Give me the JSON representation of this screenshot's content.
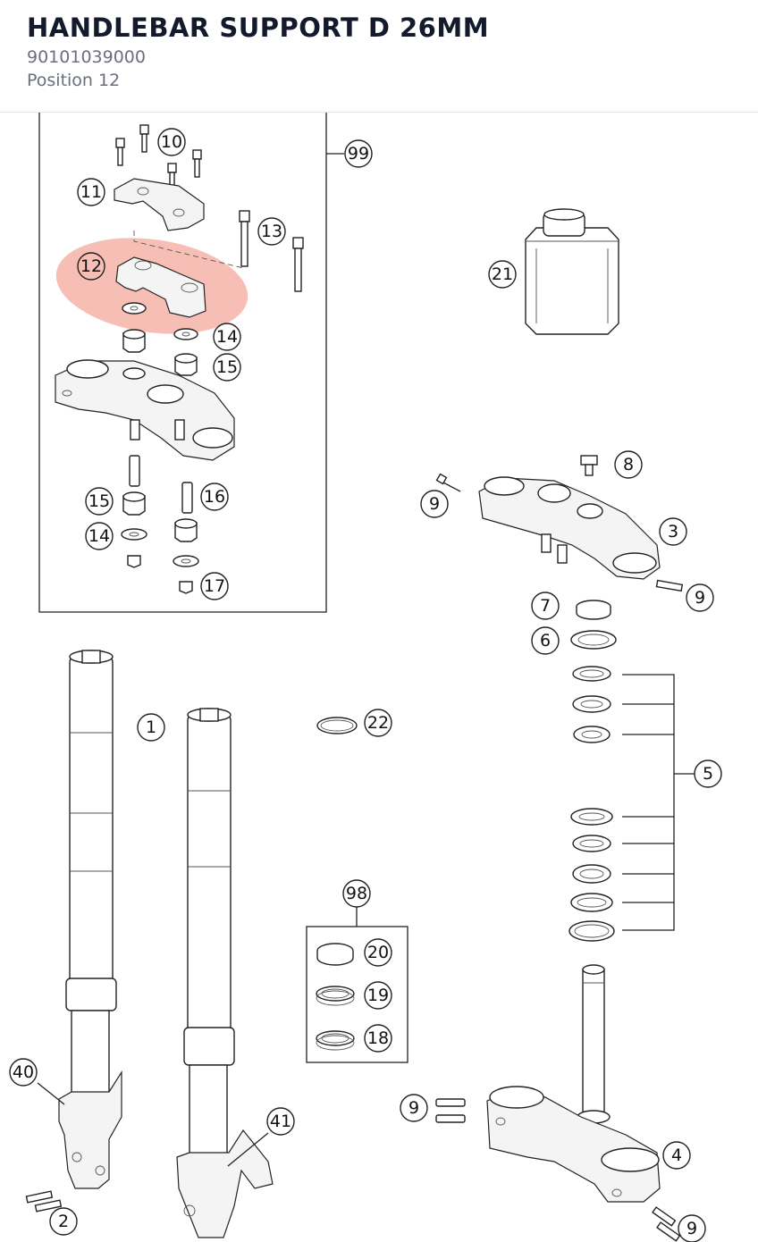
{
  "part": {
    "title": "HANDLEBAR SUPPORT D 26MM",
    "number": "90101039000",
    "position": "Position 12"
  },
  "colors": {
    "highlight": "#e8553c",
    "title": "#131a2c",
    "subtitle": "#6a6f7d",
    "outline": "#222222"
  },
  "callouts": [
    "10",
    "99",
    "11",
    "13",
    "12",
    "21",
    "14",
    "15",
    "8",
    "9",
    "3",
    "15",
    "16",
    "14",
    "17",
    "9",
    "7",
    "6",
    "1",
    "22",
    "5",
    "98",
    "20",
    "19",
    "18",
    "40",
    "9",
    "41",
    "4",
    "2",
    "9"
  ],
  "highlighted_callout": "12"
}
